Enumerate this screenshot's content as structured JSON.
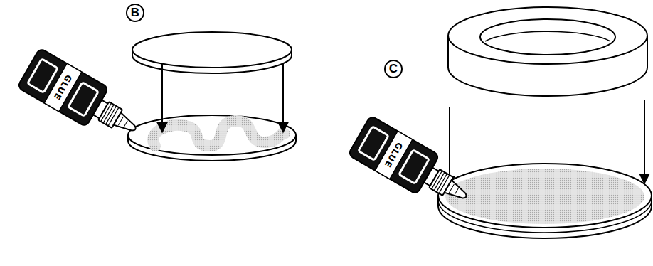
{
  "diagram": {
    "labels": [
      "B",
      "GLUE",
      "C",
      "GLUE"
    ]
  }
}
